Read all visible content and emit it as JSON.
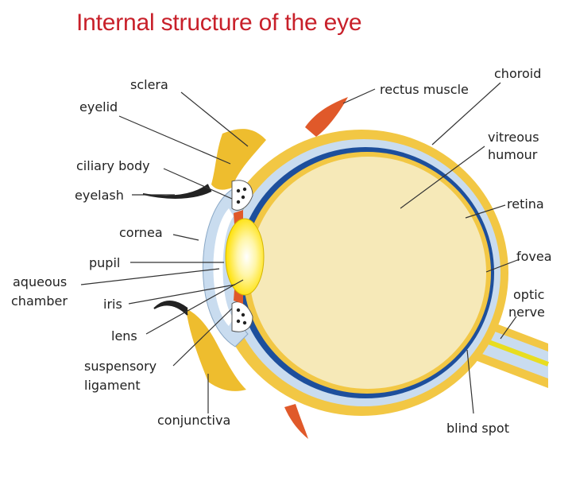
{
  "title": "Internal structure of the eye",
  "labels": {
    "sclera": "sclera",
    "eyelid": "eyelid",
    "ciliary_body": "ciliary body",
    "eyelash": "eyelash",
    "cornea": "cornea",
    "pupil": "pupil",
    "aqueous_chamber_line1": "aqueous",
    "aqueous_chamber_line2": "chamber",
    "iris": "iris",
    "lens": "lens",
    "suspensory_line1": "suspensory",
    "suspensory_line2": "ligament",
    "conjunctiva": "conjunctiva",
    "rectus_muscle": "rectus muscle",
    "choroid": "choroid",
    "vitreous_line1": "vitreous",
    "vitreous_line2": "humour",
    "retina": "retina",
    "fovea": "fovea",
    "optic_line1": "optic",
    "optic_line2": "nerve",
    "blind_spot": "blind spot"
  },
  "colors": {
    "title": "#c8202a",
    "sclera": "#f2c744",
    "vitreous": "#f6e9b8",
    "choroid": "#1d4f9c",
    "retina_band": "#c9dcef",
    "lens": "#ffe400",
    "iris": "#e0592a",
    "muscle": "#e0592a"
  }
}
